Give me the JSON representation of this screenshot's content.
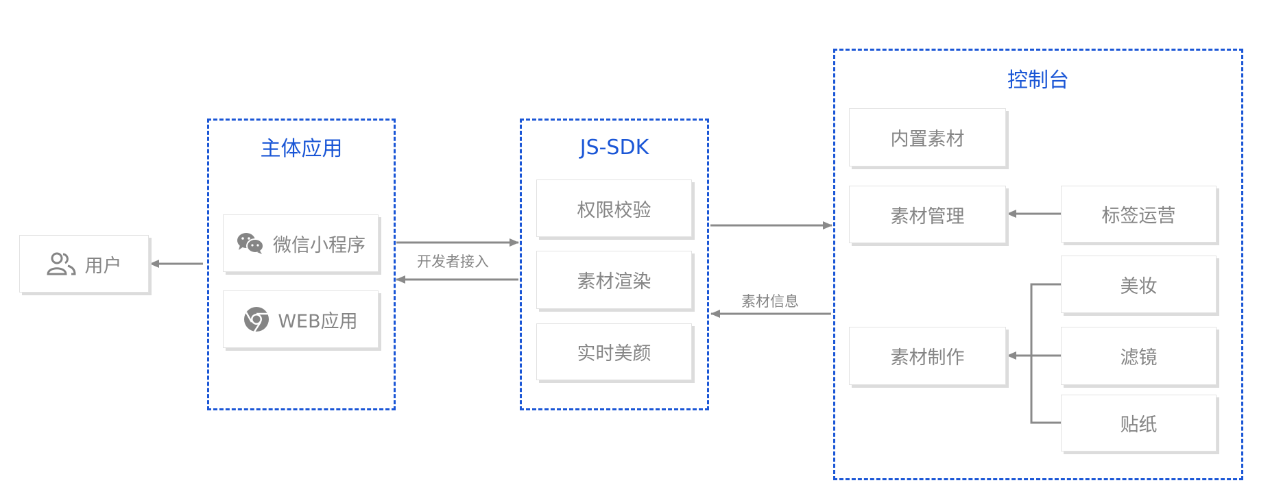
{
  "diagram": {
    "colors": {
      "accent": "#1a56d6",
      "node_text": "#858585",
      "connector": "#8a8a8a"
    },
    "user": {
      "label": "用户",
      "icon": "users-icon"
    },
    "groups": {
      "main_app": {
        "title": "主体应用",
        "items": [
          {
            "label": "微信小程序",
            "icon": "wechat-icon"
          },
          {
            "label": "WEB应用",
            "icon": "chrome-icon"
          }
        ]
      },
      "js_sdk": {
        "title": "JS-SDK",
        "items": [
          {
            "label": "权限校验"
          },
          {
            "label": "素材渲染"
          },
          {
            "label": "实时美颜"
          }
        ]
      },
      "console": {
        "title": "控制台",
        "items": [
          {
            "label": "内置素材"
          },
          {
            "label": "素材管理"
          },
          {
            "label": "素材制作"
          },
          {
            "label": "标签运营"
          },
          {
            "label": "美妆"
          },
          {
            "label": "滤镜"
          },
          {
            "label": "贴纸"
          }
        ]
      }
    },
    "edge_labels": {
      "developer_access": "开发者接入",
      "material_info": "素材信息"
    }
  }
}
